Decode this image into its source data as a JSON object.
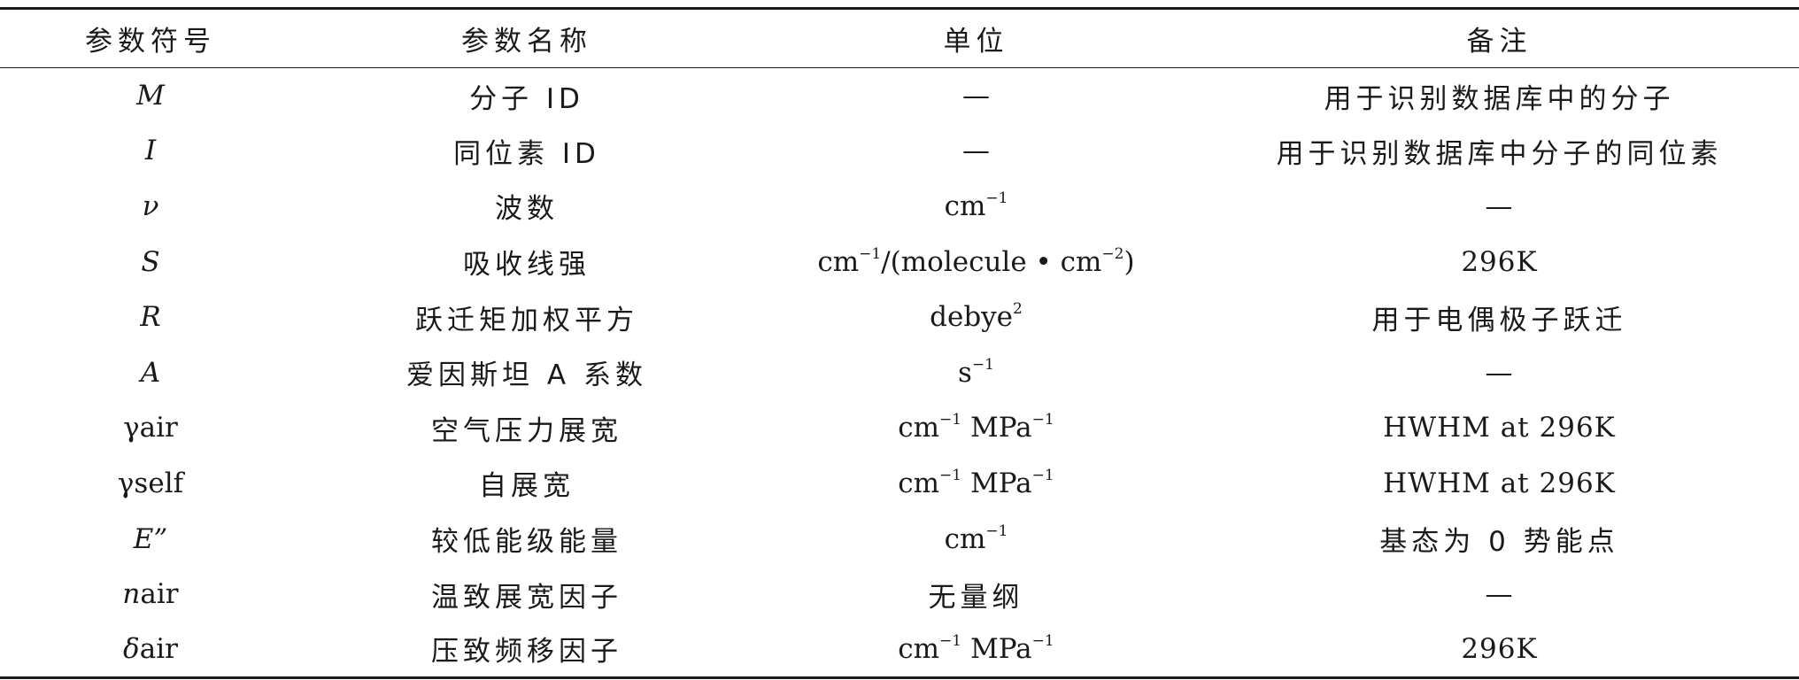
{
  "headers": [
    "参数符号",
    "参数名称",
    "单位",
    "备注"
  ],
  "rows": [
    {
      "symbol": [
        {
          "t": "M",
          "it": true
        }
      ],
      "name": "分子 ID",
      "unit": [
        {
          "t": "—"
        }
      ],
      "note": "用于识别数据库中的分子"
    },
    {
      "symbol": [
        {
          "t": "I",
          "it": true
        }
      ],
      "name": "同位素 ID",
      "unit": [
        {
          "t": "—"
        }
      ],
      "note": "用于识别数据库中分子的同位素"
    },
    {
      "symbol": [
        {
          "t": "ν",
          "it": true
        }
      ],
      "name": "波数",
      "unit": [
        {
          "t": "cm"
        },
        {
          "t": "−1",
          "sup": true
        }
      ],
      "note": "—"
    },
    {
      "symbol": [
        {
          "t": "S",
          "it": true
        }
      ],
      "name": "吸收线强",
      "unit": [
        {
          "t": "cm"
        },
        {
          "t": "−1",
          "sup": true
        },
        {
          "t": "/(molecule • cm"
        },
        {
          "t": "−2",
          "sup": true
        },
        {
          "t": ")"
        }
      ],
      "note": "296K"
    },
    {
      "symbol": [
        {
          "t": "R",
          "it": true
        }
      ],
      "name": "跃迁矩加权平方",
      "unit": [
        {
          "t": "debye"
        },
        {
          "t": "2",
          "sup": true
        }
      ],
      "note": "用于电偶极子跃迁"
    },
    {
      "symbol": [
        {
          "t": "A",
          "it": true
        }
      ],
      "name": "爱因斯坦 A 系数",
      "unit": [
        {
          "t": "s"
        },
        {
          "t": "−1",
          "sup": true
        }
      ],
      "note": "—"
    },
    {
      "symbol": [
        {
          "t": "γair"
        }
      ],
      "name": "空气压力展宽",
      "unit": [
        {
          "t": "cm"
        },
        {
          "t": "−1",
          "sup": true
        },
        {
          "t": " MPa"
        },
        {
          "t": "−1",
          "sup": true
        }
      ],
      "note": "HWHM at 296K"
    },
    {
      "symbol": [
        {
          "t": "γself"
        }
      ],
      "name": "自展宽",
      "unit": [
        {
          "t": "cm"
        },
        {
          "t": "−1",
          "sup": true
        },
        {
          "t": " MPa"
        },
        {
          "t": "−1",
          "sup": true
        }
      ],
      "note": "HWHM at 296K"
    },
    {
      "symbol": [
        {
          "t": "E”",
          "it": true
        }
      ],
      "name": "较低能级能量",
      "unit": [
        {
          "t": "cm"
        },
        {
          "t": "−1",
          "sup": true
        }
      ],
      "note": "基态为 0 势能点"
    },
    {
      "symbol": [
        {
          "t": "n",
          "it": true
        },
        {
          "t": "air"
        }
      ],
      "name": "温致展宽因子",
      "unit": [
        {
          "t": "无量纲",
          "cjk": true
        }
      ],
      "note": "—"
    },
    {
      "symbol": [
        {
          "t": "δ",
          "it": true
        },
        {
          "t": "air"
        }
      ],
      "name": "压致频移因子",
      "unit": [
        {
          "t": "cm"
        },
        {
          "t": "−1",
          "sup": true
        },
        {
          "t": " MPa"
        },
        {
          "t": "−1",
          "sup": true
        }
      ],
      "note": "296K"
    }
  ]
}
